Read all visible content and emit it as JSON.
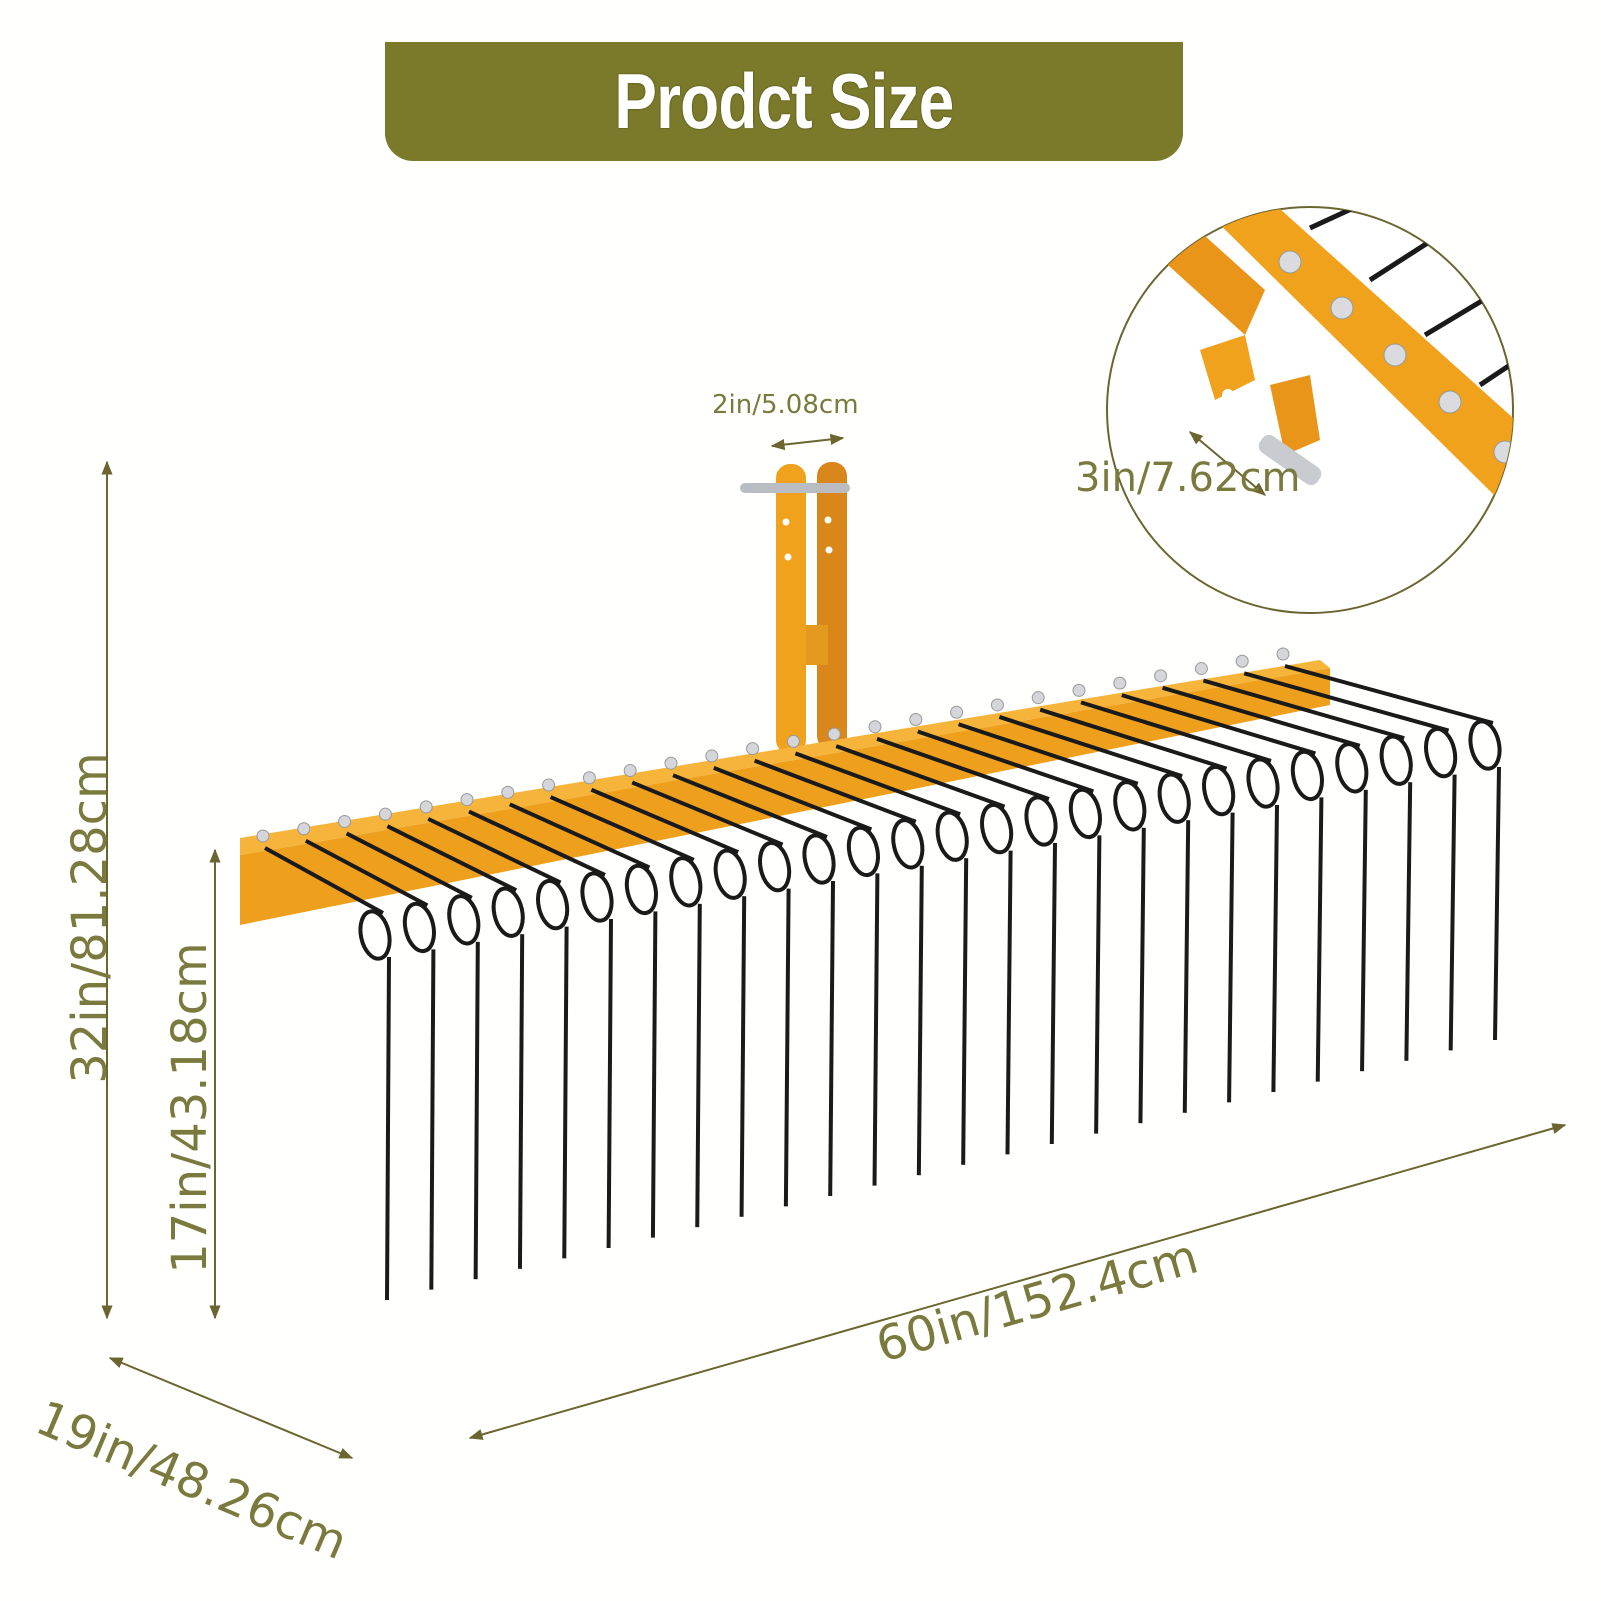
{
  "banner": {
    "title": "Prodct Size",
    "color": "#7a7a2a"
  },
  "dimensions": {
    "hitch_width": "2in/5.08cm",
    "pin_length": "3in/7.62cm",
    "total_height": "32in/81.28cm",
    "tine_height": "17in/43.18cm",
    "depth": "19in/48.26cm",
    "width": "60in/152.4cm"
  },
  "product": {
    "name": "tow-behind landscape rake",
    "frame_color": "#f0a21c",
    "tine_color": "#1a1a1a",
    "tine_count": 26
  },
  "accent_color": "#7a7a3e"
}
